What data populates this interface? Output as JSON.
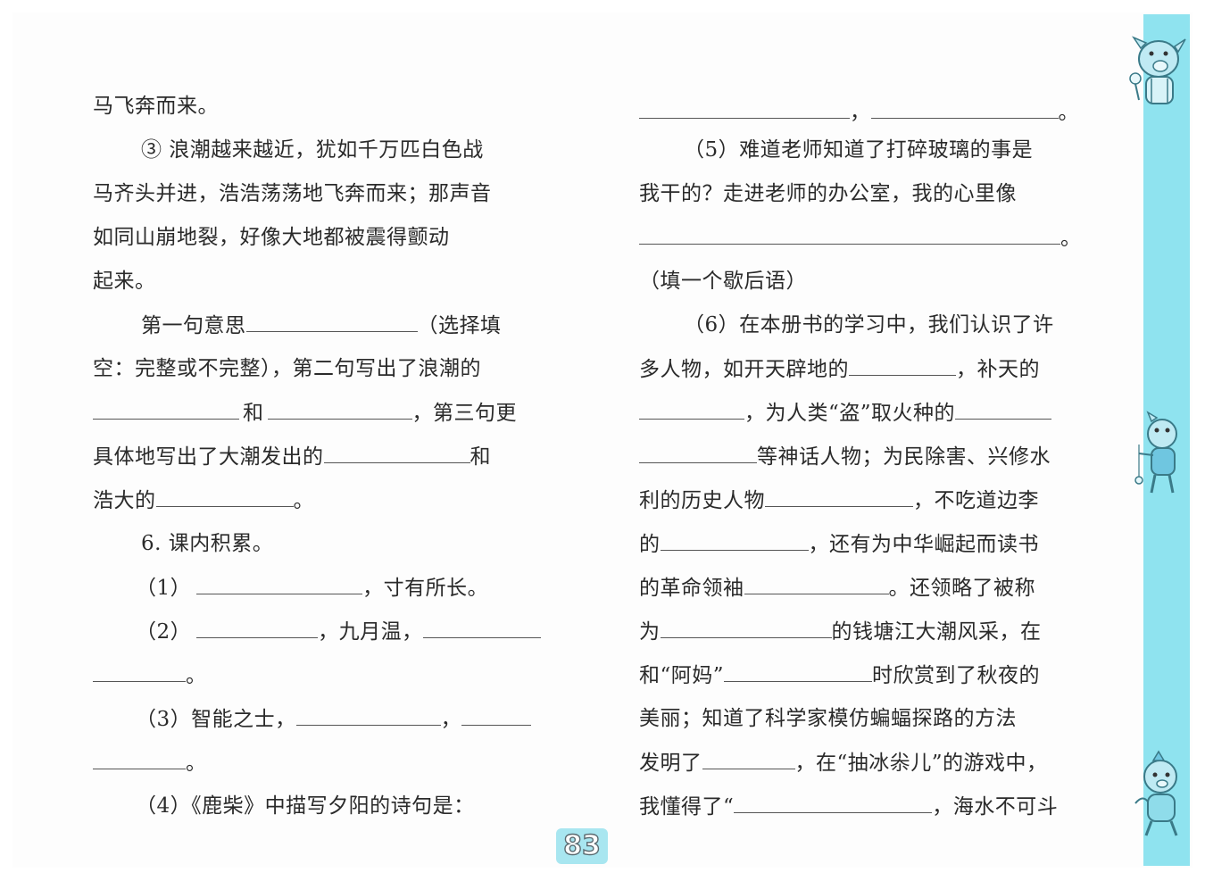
{
  "left": {
    "l1": "马飞奔而来。",
    "l2": "③ 浪潮越来越近，犹如千万匹白色战",
    "l3": "马齐头并进，浩浩荡荡地飞奔而来；那声音",
    "l4": "如同山崩地裂，好像大地都被震得颤动",
    "l5": "起来。",
    "l6a": "第一句意思",
    "l6b": "（选择填",
    "l7": "空：完整或不完整），第二句写出了浪潮的",
    "l8a": "和",
    "l8b": "，第三句更",
    "l9a": "具体地写出了大潮发出的",
    "l9b": "和",
    "l10a": "浩大的",
    "l10b": "。",
    "l11": "6. 课内积累。",
    "q1a": "（1）",
    "q1b": "，寸有所长。",
    "q2a": "（2）",
    "q2b": "，九月温，",
    "q2c": "。",
    "q3a": "（3）智能之士，",
    "q3b": "，",
    "q3c": "。",
    "q4": "（4）《鹿柴》中描写夕阳的诗句是："
  },
  "right": {
    "r1a": "，",
    "r1b": "。",
    "r2": "（5）难道老师知道了打碎玻璃的事是",
    "r3": "我干的？走进老师的办公室，我的心里像",
    "r4": "。",
    "r5": "（填一个歇后语）",
    "r6": "（6）在本册书的学习中，我们认识了许",
    "r7a": "多人物，如开天辟地的",
    "r7b": "，补天的",
    "r8a": "，为人类“盗”取火种的",
    "r9a": "等神话人物；为民除害、兴修水",
    "r10a": "利的历史人物",
    "r10b": "，不吃道边李",
    "r11a": "的",
    "r11b": "，还有为中华崛起而读书",
    "r12a": "的革命领袖",
    "r12b": "。还领略了被称",
    "r13a": "为",
    "r13b": "的钱塘江大潮风采，在",
    "r14a": "和“阿妈”",
    "r14b": "时欣赏到了秋夜的",
    "r15": "美丽；知道了科学家模仿蝙蝠探路的方法",
    "r16a": "发明了",
    "r16b": "，在“抽冰尜儿”的游戏中，",
    "r17a": "我懂得了“",
    "r17b": "，海水不可斗"
  },
  "page_number": "83",
  "colors": {
    "strip": "#8fe3ef",
    "page_badge": "#a8e6f0"
  }
}
